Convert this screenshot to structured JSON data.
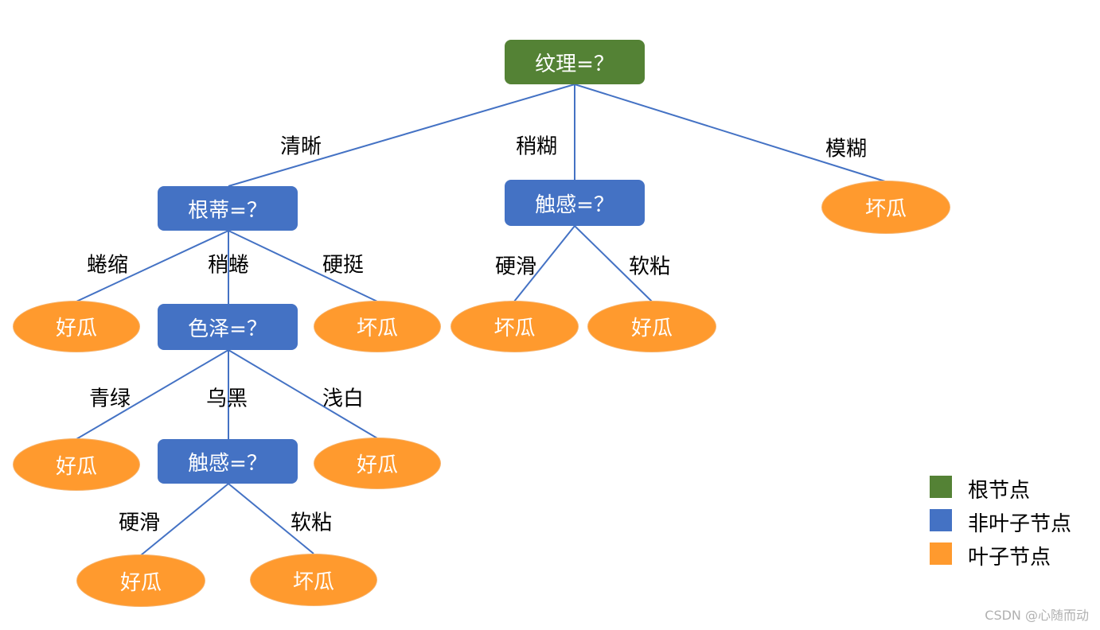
{
  "colors": {
    "root": "#548235",
    "inner": "#4472c4",
    "leaf": "#ff9a2e",
    "edge": "#4472c4"
  },
  "nodes": {
    "n_root": "纹理=？",
    "n_gendi": "根蒂=？",
    "n_chugan1": "触感=？",
    "n_bad1": "坏瓜",
    "n_good1": "好瓜",
    "n_sezhe": "色泽=？",
    "n_bad2": "坏瓜",
    "n_bad3": "坏瓜",
    "n_good2": "好瓜",
    "n_good3": "好瓜",
    "n_chugan2": "触感=？",
    "n_good4": "好瓜",
    "n_good5": "好瓜",
    "n_bad4": "坏瓜"
  },
  "edges": {
    "e1": "清晰",
    "e2": "稍糊",
    "e3": "模糊",
    "e4": "蜷缩",
    "e5": "稍蜷",
    "e6": "硬挺",
    "e7": "硬滑",
    "e8": "软粘",
    "e9": "青绿",
    "e10": "乌黑",
    "e11": "浅白",
    "e12": "硬滑",
    "e13": "软粘"
  },
  "legend": [
    {
      "label": "根节点",
      "color": "#548235"
    },
    {
      "label": "非叶子节点",
      "color": "#4472c4"
    },
    {
      "label": "叶子节点",
      "color": "#ff9a2e"
    }
  ],
  "watermark": "CSDN @心随而动"
}
